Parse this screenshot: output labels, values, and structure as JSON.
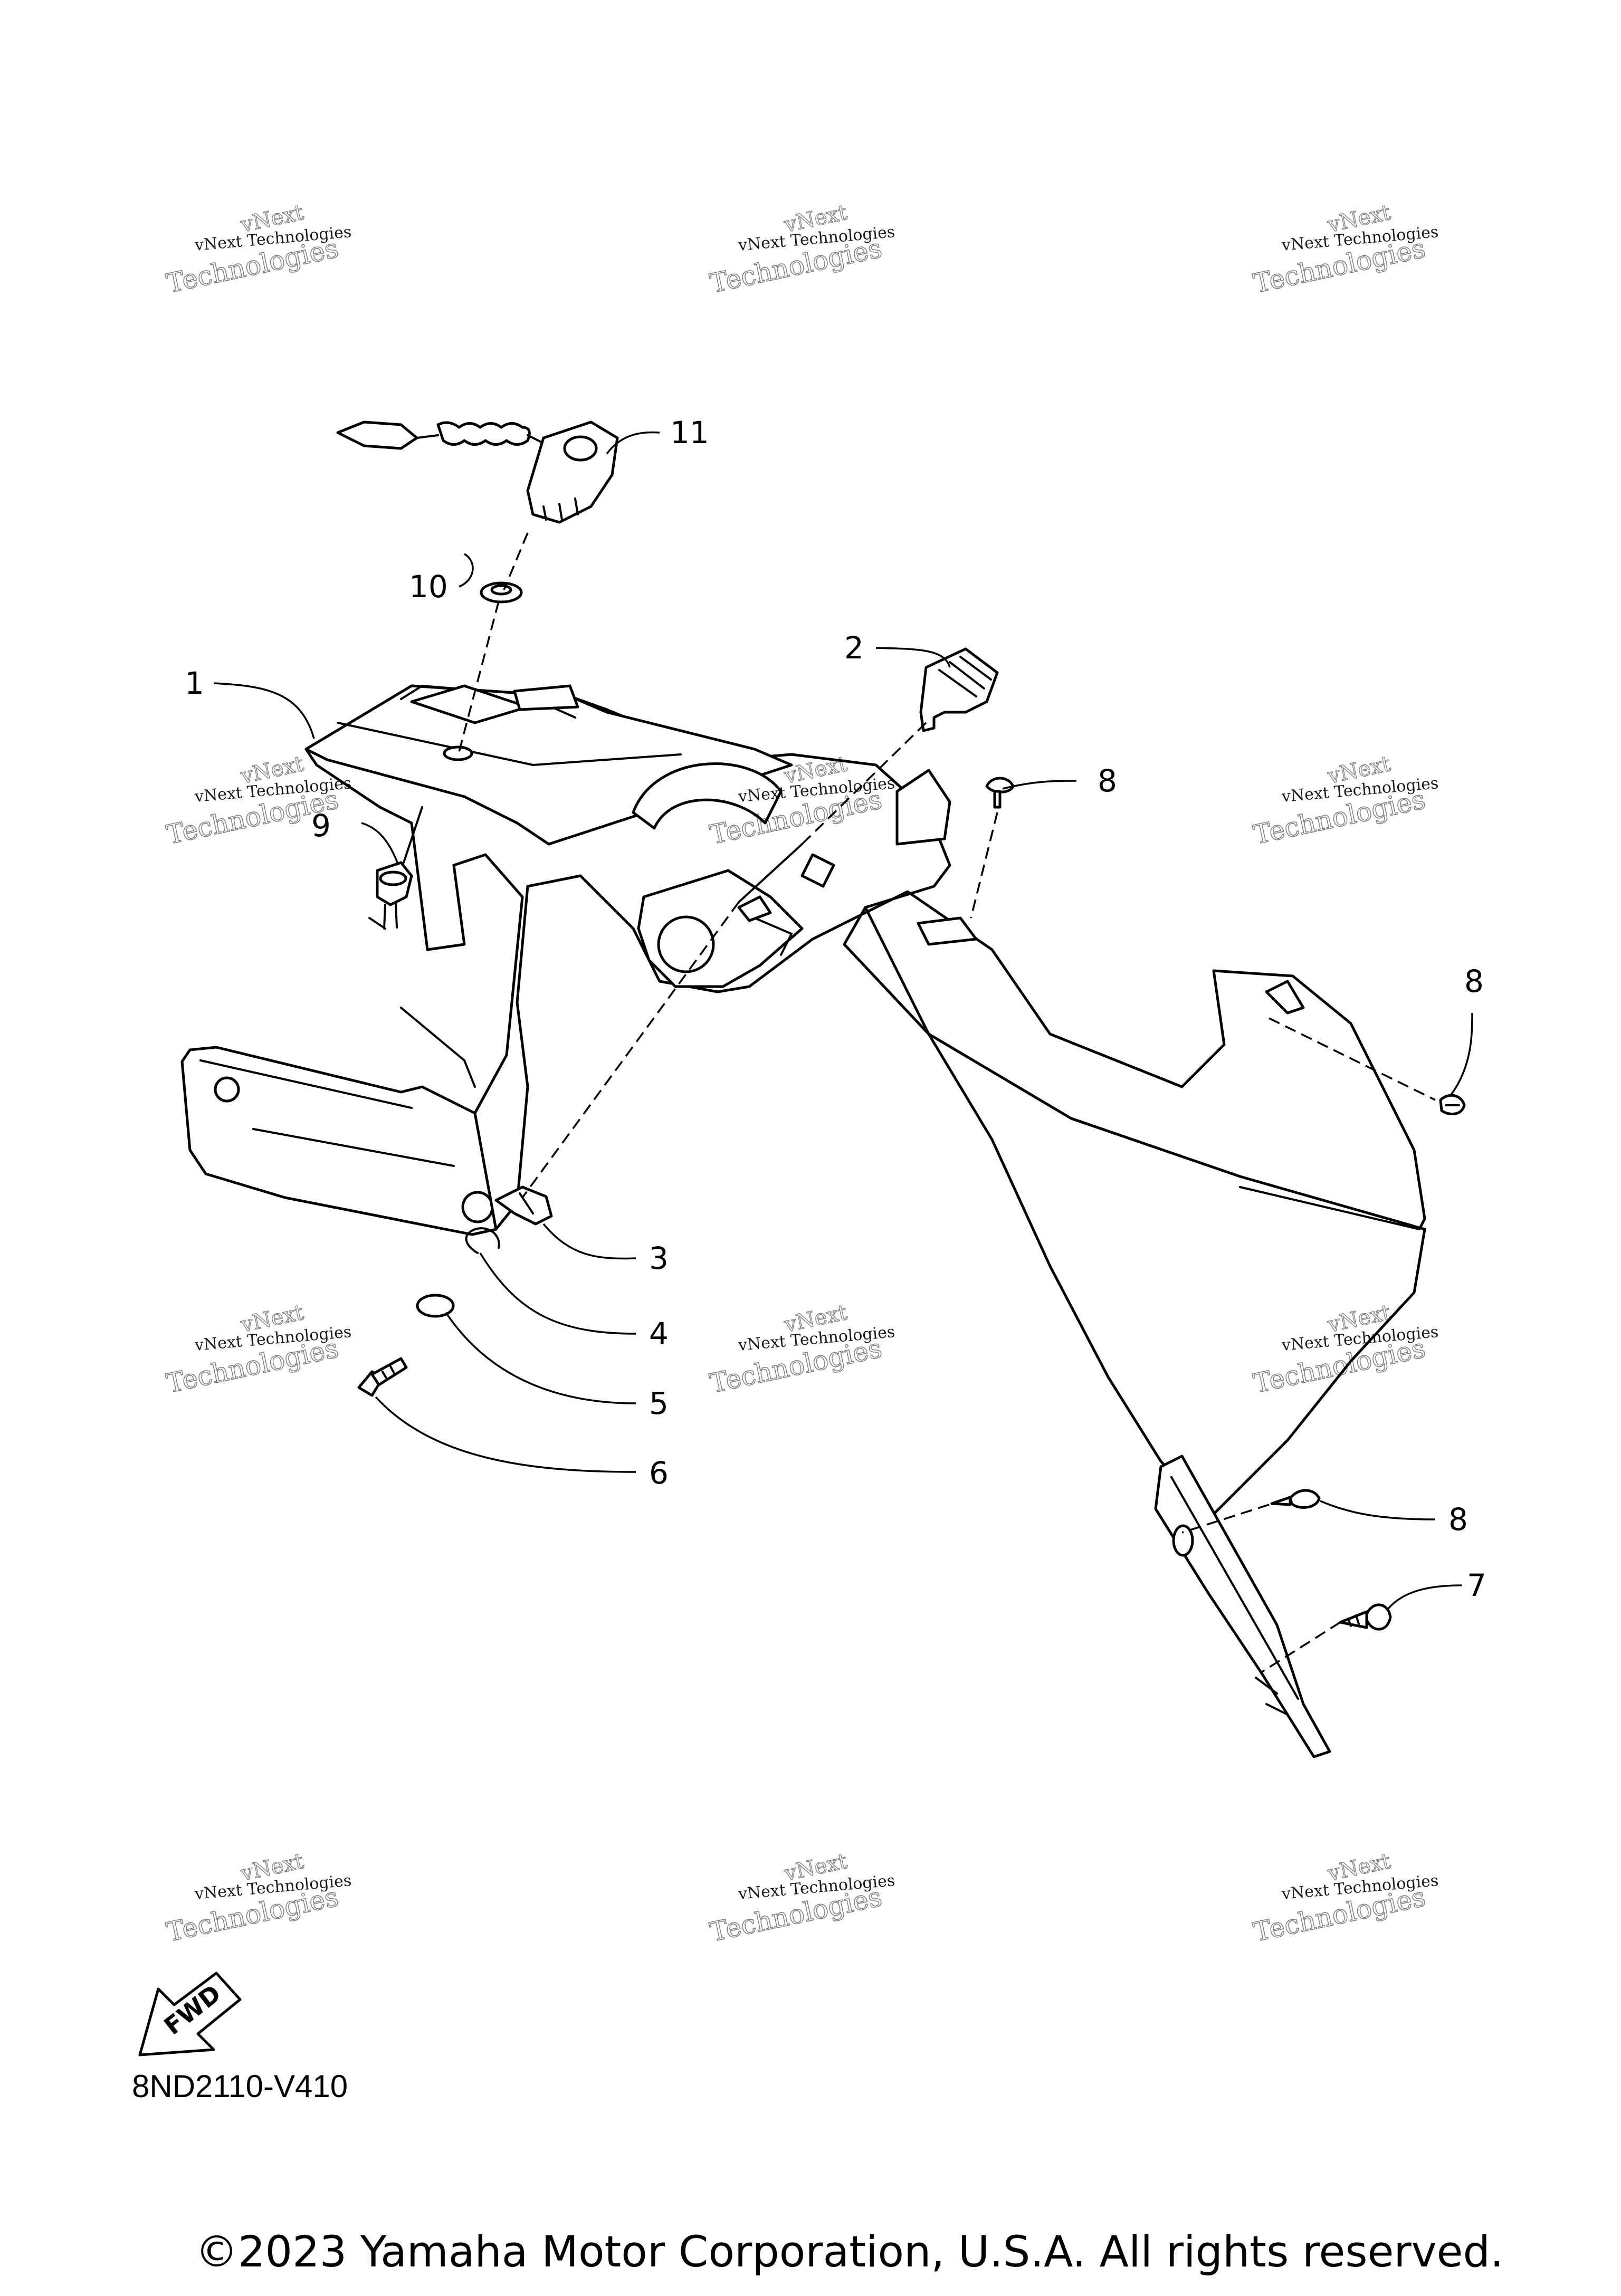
{
  "callouts": {
    "c1": "1",
    "c2": "2",
    "c3": "3",
    "c4": "4",
    "c5": "5",
    "c6": "6",
    "c7": "7",
    "c8a": "8",
    "c8b": "8",
    "c8c": "8",
    "c9": "9",
    "c10": "10",
    "c11": "11"
  },
  "watermark": {
    "line1": "vNext",
    "line2": "vNext Technologies",
    "line3": "Technologies"
  },
  "fwd_label": "FWD",
  "diagram_code": "8ND2110-V410",
  "copyright": "©2023 Yamaha Motor Corporation, U.S.A. All rights reserved."
}
